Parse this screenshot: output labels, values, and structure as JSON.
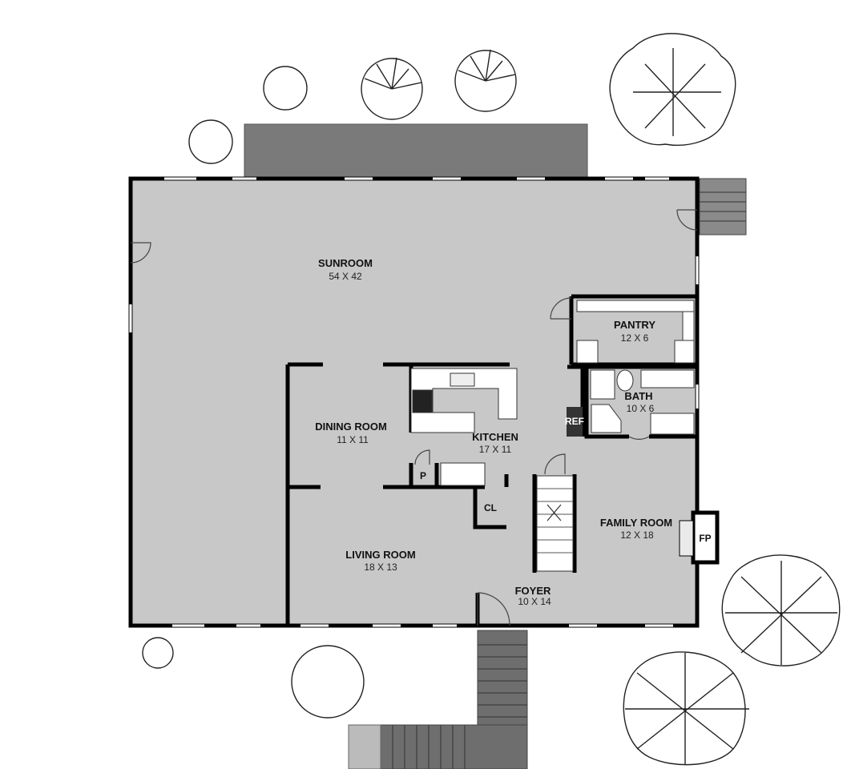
{
  "rooms": {
    "sunroom": {
      "name": "SUNROOM",
      "dims": "54 X 42"
    },
    "pantry": {
      "name": "PANTRY",
      "dims": "12 X 6"
    },
    "bath": {
      "name": "BATH",
      "dims": "10 X 6"
    },
    "dining": {
      "name": "DINING ROOM",
      "dims": "11 X 11"
    },
    "kitchen": {
      "name": "KITCHEN",
      "dims": "17 X 11"
    },
    "living": {
      "name": "LIVING ROOM",
      "dims": "18 X 13"
    },
    "family": {
      "name": "FAMILY ROOM",
      "dims": "12 X 18"
    },
    "foyer": {
      "name": "FOYER",
      "dims": "10 X 14"
    }
  },
  "fixtures": {
    "ref": "REF",
    "pantry_closet": "P",
    "coat_closet": "CL",
    "fireplace": "FP"
  },
  "colors": {
    "floor": "#c8c8c8",
    "wall": "#000000",
    "deck": "#7a7a7a",
    "stairs": "#6e6e6e"
  }
}
